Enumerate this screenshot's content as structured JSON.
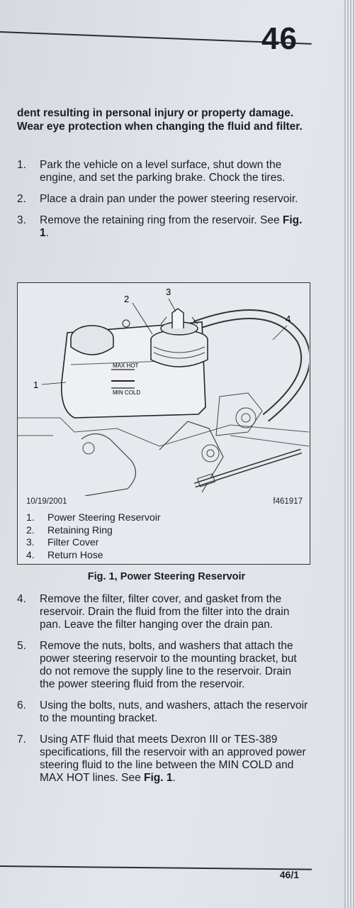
{
  "header": {
    "page_number": "46"
  },
  "warning_text": "dent resulting in personal injury or property damage. Wear eye protection when changing the fluid and filter.",
  "steps_before": [
    {
      "num": "1.",
      "text": "Park the vehicle on a level surface, shut down the engine, and set the parking brake. Chock the tires."
    },
    {
      "num": "2.",
      "text": "Place a drain pan under the power steering reservoir."
    },
    {
      "num": "3.",
      "text": "Remove the retaining ring from the reservoir. See ",
      "ref": "Fig. 1",
      "tail": "."
    }
  ],
  "figure": {
    "callouts": [
      "1",
      "2",
      "3",
      "4"
    ],
    "max_label": "MAX HOT",
    "min_label": "MIN COLD",
    "date": "10/19/2001",
    "code": "f461917",
    "legend": [
      {
        "num": "1.",
        "label": "Power Steering Reservoir"
      },
      {
        "num": "2.",
        "label": "Retaining Ring"
      },
      {
        "num": "3.",
        "label": "Filter Cover"
      },
      {
        "num": "4.",
        "label": "Return Hose"
      }
    ],
    "caption": "Fig. 1, Power Steering Reservoir"
  },
  "steps_after": [
    {
      "num": "4.",
      "text": "Remove the filter, filter cover, and gasket from the reservoir. Drain the fluid from the filter into the drain pan. Leave the filter hanging over the drain pan."
    },
    {
      "num": "5.",
      "text": "Remove the nuts, bolts, and washers that attach the power steering reservoir to the mounting bracket, but do not remove the supply line to the reservoir. Drain the power steering fluid from the reservoir."
    },
    {
      "num": "6.",
      "text": "Using the bolts, nuts, and washers, attach the reservoir to the mounting bracket."
    },
    {
      "num": "7.",
      "text": "Using ATF fluid that meets Dexron III or TES-389 specifications, fill the reservoir with an approved power steering fluid to the line between the MIN COLD and MAX HOT lines. See ",
      "ref": "Fig. 1",
      "tail": "."
    }
  ],
  "footer": {
    "page_ref": "46/1"
  }
}
